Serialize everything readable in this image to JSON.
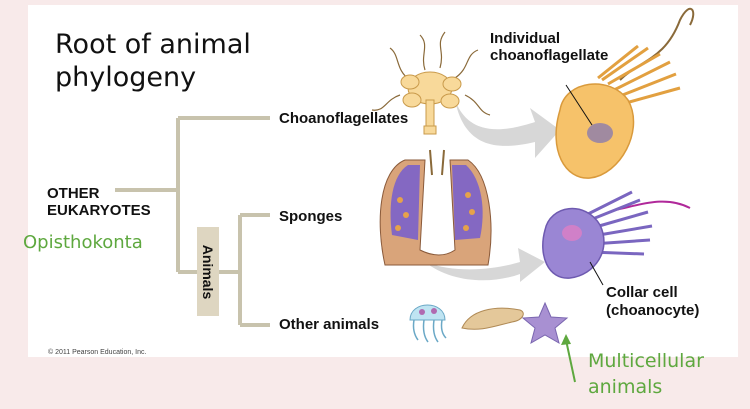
{
  "title": "Root of animal\nphylogeny",
  "labels": {
    "other_eukaryotes_1": "OTHER",
    "other_eukaryotes_2": "EUKARYOTES",
    "opisthokonta": "Opisthokonta",
    "choanoflagellates": "Choanoflagellates",
    "sponges": "Sponges",
    "other_animals": "Other animals",
    "animals": "Animals",
    "individual_choano_1": "Individual",
    "individual_choano_2": "choanoflagellate",
    "collar_cell_1": "Collar cell",
    "collar_cell_2": "(choanocyte)",
    "multicellular_1": "Multicellular",
    "multicellular_2": "animals",
    "copyright": "© 2011 Pearson Education, Inc."
  },
  "colors": {
    "background": "#f8eaea",
    "tree_lines": "#c8c3ad",
    "animals_box": "#ded6c1",
    "green_annotation": "#5ea83f",
    "choano_cell": "#f4bf61",
    "collar_cell": "#9a86d4",
    "arrow": "#d7d7d7"
  }
}
